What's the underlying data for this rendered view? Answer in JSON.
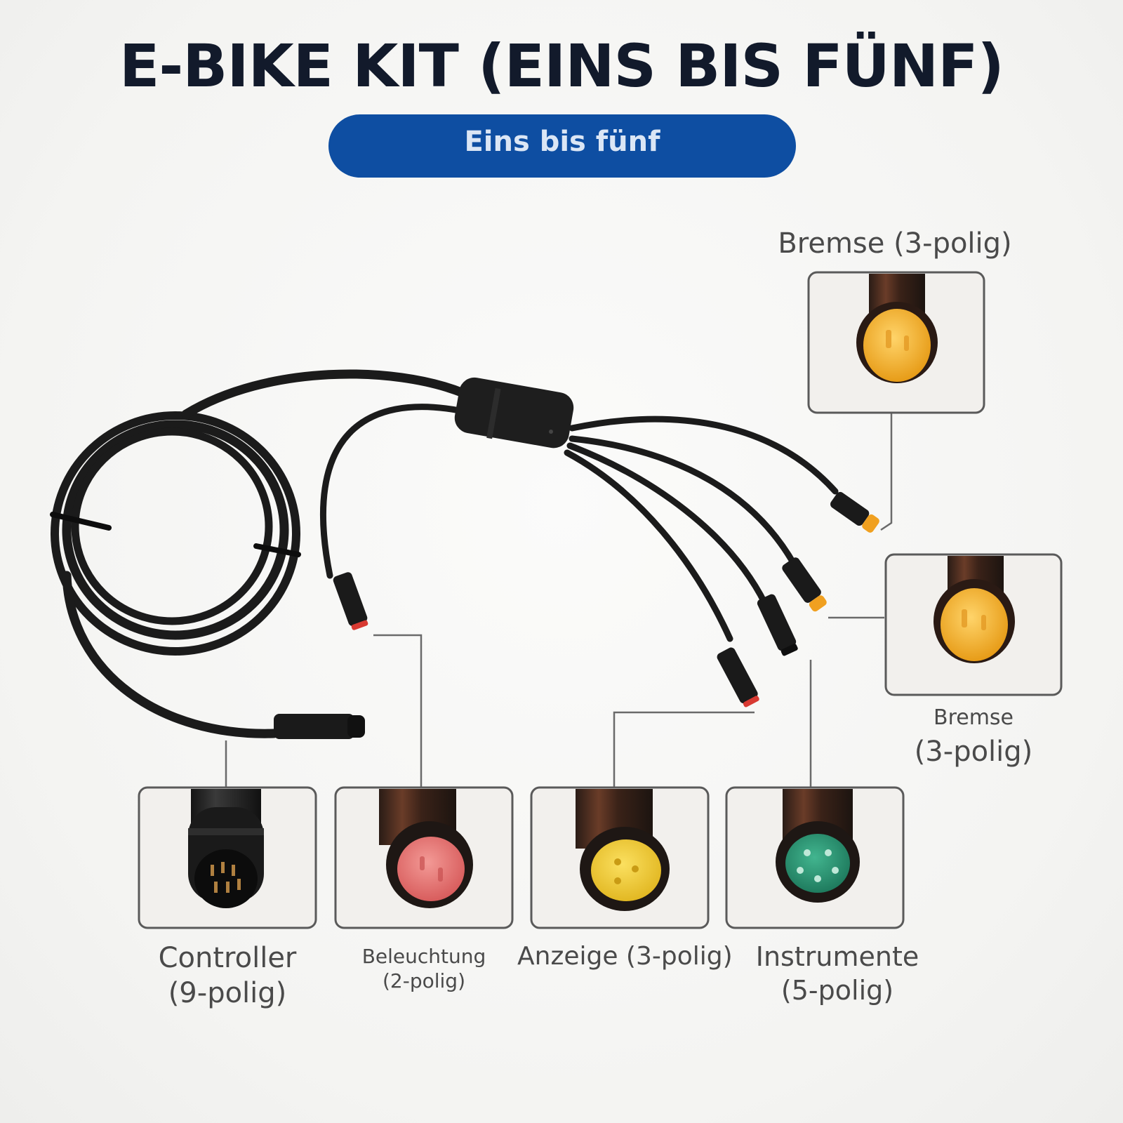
{
  "title": "E-BIKE KIT (EINS BIS FÜNF)",
  "badge": "Eins bis fünf",
  "colors": {
    "badge": "#0e4ea2",
    "title": "#121a2b",
    "cable": "#1b1b1b",
    "tip_orange": "#f0a020",
    "tip_red": "#d83a32",
    "face_yellow": "#f4b83a",
    "face_pink": "#ea7a7a",
    "face_lightyellow": "#f3d23e",
    "face_green": "#2e9a78",
    "face_black": "#1e1e1e"
  },
  "labels": {
    "bremse_top": "Bremse (3-polig)",
    "bremse_right_1": "Bremse",
    "bremse_right_2": "(3-polig)",
    "controller_1": "Controller",
    "controller_2": "(9-polig)",
    "beleuchtung_1": "Beleuchtung",
    "beleuchtung_2": "(2-polig)",
    "anzeige": "Anzeige (3-polig)",
    "instrumente_1": "Instrumente",
    "instrumente_2": "(5-polig)"
  },
  "connectors": [
    {
      "name": "Bremse",
      "face_color": "yellow",
      "icon": "connector-3pin-icon"
    },
    {
      "name": "Bremse",
      "face_color": "yellow",
      "icon": "connector-3pin-icon"
    },
    {
      "name": "Controller",
      "face_color": "black",
      "icon": "connector-9pin-icon"
    },
    {
      "name": "Beleuchtung",
      "face_color": "pink",
      "icon": "connector-2pin-icon"
    },
    {
      "name": "Anzeige",
      "face_color": "light-yellow",
      "icon": "connector-3pin-icon"
    },
    {
      "name": "Instrumente",
      "face_color": "green",
      "icon": "connector-5pin-icon"
    }
  ]
}
